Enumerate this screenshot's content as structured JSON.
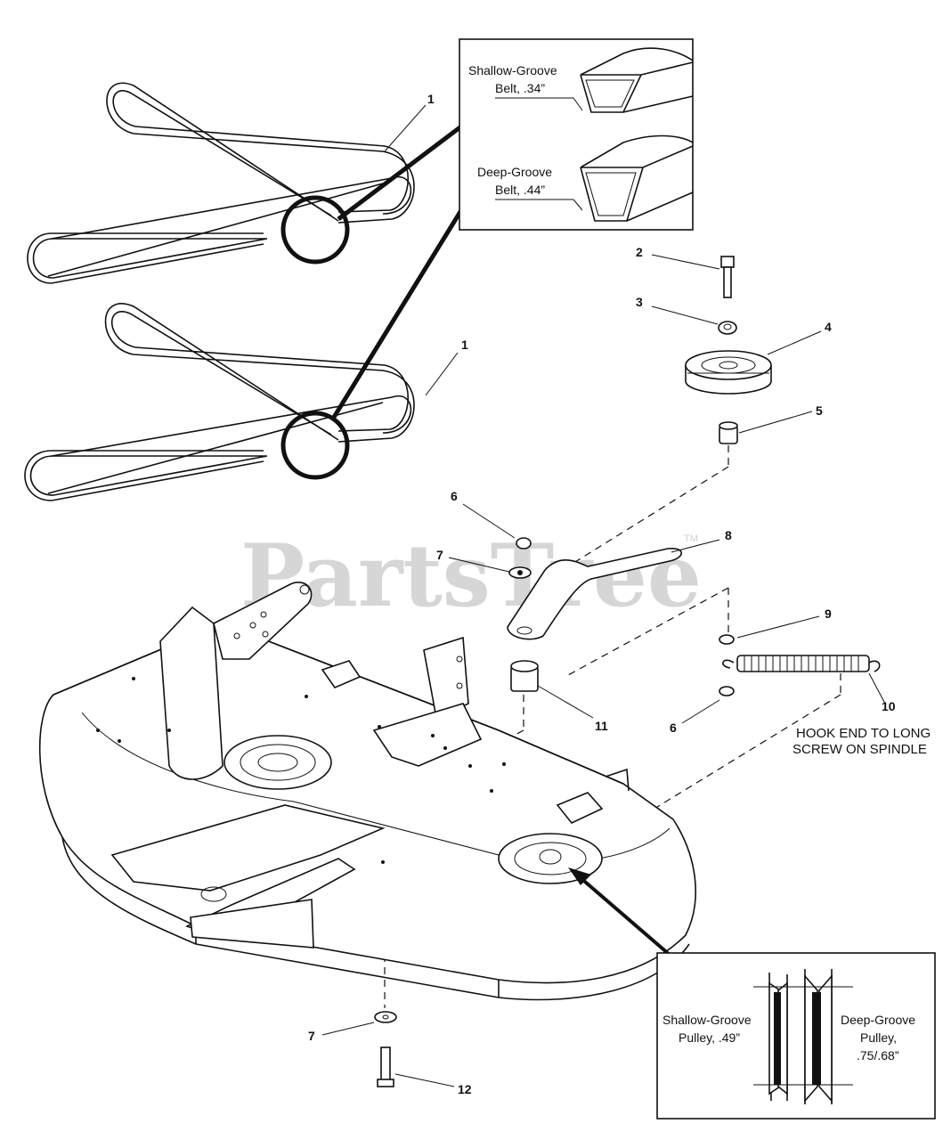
{
  "watermark": {
    "text": "PartsTree",
    "tm": "TM"
  },
  "callouts": [
    {
      "id": "1a",
      "label": "1"
    },
    {
      "id": "1b",
      "label": "1"
    },
    {
      "id": "2",
      "label": "2"
    },
    {
      "id": "3",
      "label": "3"
    },
    {
      "id": "4",
      "label": "4"
    },
    {
      "id": "5",
      "label": "5"
    },
    {
      "id": "6a",
      "label": "6"
    },
    {
      "id": "6b",
      "label": "6"
    },
    {
      "id": "7a",
      "label": "7"
    },
    {
      "id": "7b",
      "label": "7"
    },
    {
      "id": "8",
      "label": "8"
    },
    {
      "id": "9",
      "label": "9"
    },
    {
      "id": "10",
      "label": "10"
    },
    {
      "id": "11",
      "label": "11"
    },
    {
      "id": "12",
      "label": "12"
    }
  ],
  "note": {
    "line1": "HOOK END TO LONG",
    "line2": "SCREW ON SPINDLE"
  },
  "belt_inset": {
    "shallow_line1": "Shallow-Groove",
    "shallow_line2": "Belt, .34”",
    "deep_line1": "Deep-Groove",
    "deep_line2": "Belt, .44”"
  },
  "pulley_inset": {
    "shallow_line1": "Shallow-Groove",
    "shallow_line2": "Pulley, .49”",
    "deep_line1": "Deep-Groove",
    "deep_line2": "Pulley,",
    "deep_line3": ".75/.68”"
  }
}
